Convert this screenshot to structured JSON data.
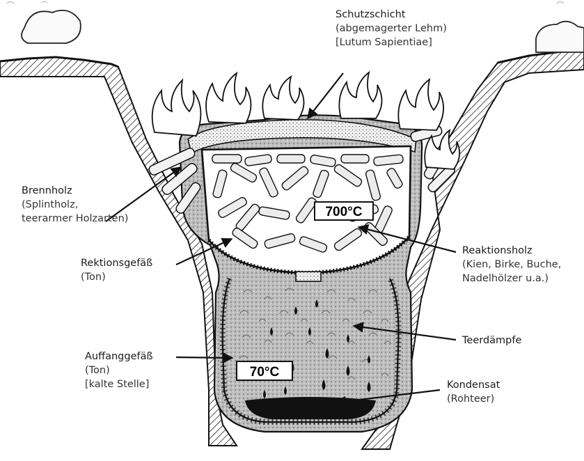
{
  "labels": {
    "schutzschicht": {
      "title": "Schutzschicht",
      "sub1": "(abgemagerter Lehm)",
      "sub2": "[Lutum Sapientiae]"
    },
    "brennholz": {
      "title": "Brennholz",
      "sub1": "(Splintholz,",
      "sub2": "teerarmer Holzarten)"
    },
    "reaktionsholz": {
      "title": "Reaktionsholz",
      "sub1": "(Kien, Birke, Buche,",
      "sub2": "Nadelhölzer u.a.)"
    },
    "rektionsgefaess": {
      "title": "Rektionsgefäß",
      "sub1": "(Ton)"
    },
    "teerdaempfe": {
      "title": "Teerdämpfe"
    },
    "auffanggefaess": {
      "title": "Auffanggefäß",
      "sub1": "(Ton)",
      "sub2": "[kalte Stelle]"
    },
    "kondensat": {
      "title": "Kondensat",
      "sub1": "(Rohteer)"
    }
  },
  "temperatures": {
    "upper": "700°C",
    "lower": "70°C"
  }
}
